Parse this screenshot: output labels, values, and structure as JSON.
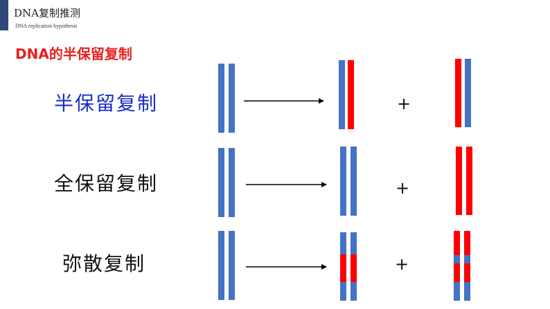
{
  "header": {
    "title": "DNA复制推测",
    "subtitle": "DNA replication hypothesis"
  },
  "section_title": "DNA的半保留复制",
  "rows": [
    {
      "label": "半保留复制",
      "plus": "+"
    },
    {
      "label": "全保留复制",
      "plus": "+"
    },
    {
      "label": "弥散复制",
      "plus": "+"
    }
  ],
  "colors": {
    "accent": "#2f4a7a",
    "strand_old": "#4472c4",
    "strand_new": "#ff0000",
    "title_red": "#e8201e",
    "label_blue": "#1a2cc7"
  }
}
